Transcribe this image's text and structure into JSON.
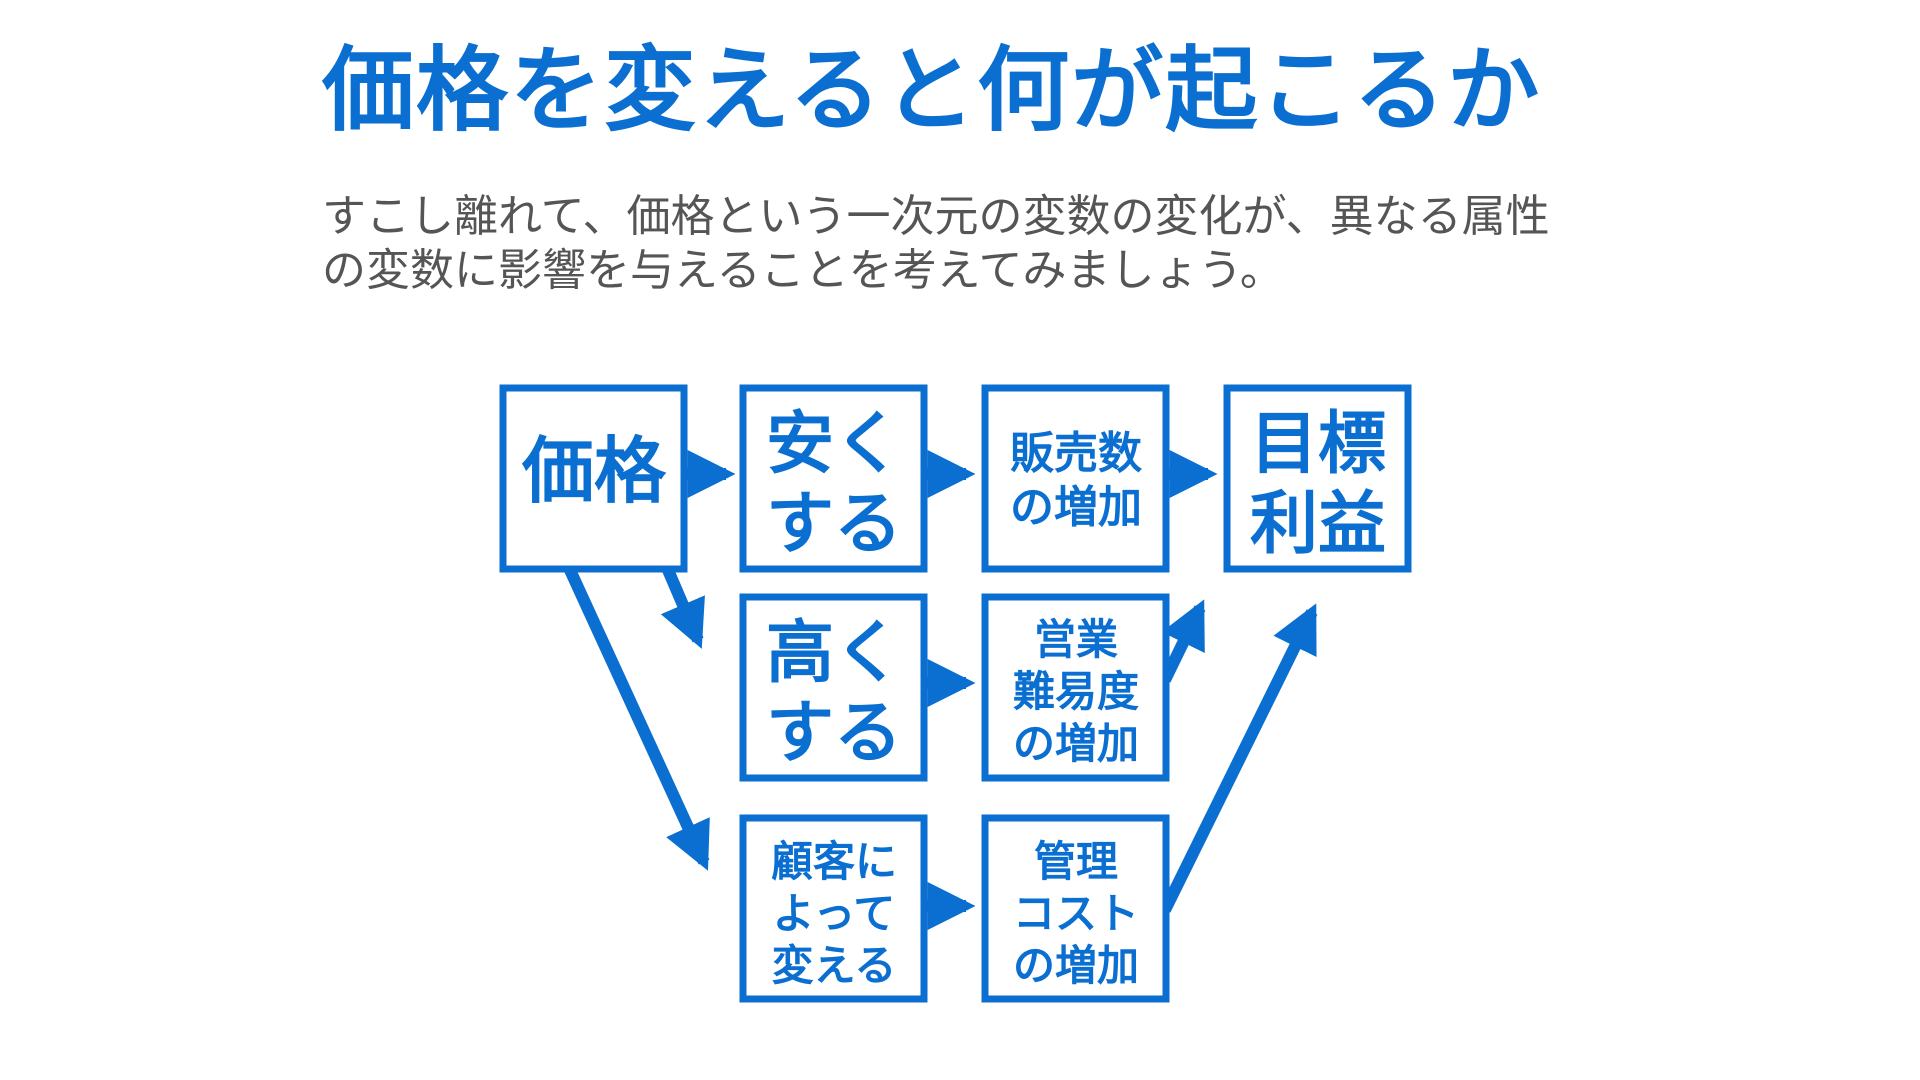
{
  "slide": {
    "title": "価格を変えると何が起こるか",
    "subtitle_lines": [
      "すこし離れて、価格という一次元の変数の変化が、異なる属性",
      "の変数に影響を与えることを考えてみましょう。"
    ]
  },
  "colors": {
    "accent": "#0a6fd1",
    "body_text": "#555555",
    "background": "#ffffff"
  },
  "diagram": {
    "nodes": {
      "price": {
        "lines": [
          "価格"
        ]
      },
      "cheaper": {
        "lines": [
          "安く",
          "する"
        ]
      },
      "sales_up": {
        "lines": [
          "販売数",
          "の増加"
        ]
      },
      "target_profit": {
        "lines": [
          "目標",
          "利益"
        ]
      },
      "higher": {
        "lines": [
          "高く",
          "する"
        ]
      },
      "sales_difficulty": {
        "lines": [
          "営業",
          "難易度",
          "の増加"
        ]
      },
      "vary_by_customer": {
        "lines": [
          "顧客に",
          "よって",
          "変える"
        ]
      },
      "mgmt_cost": {
        "lines": [
          "管理",
          "コスト",
          "の増加"
        ]
      }
    },
    "edges": [
      {
        "from": "price",
        "to": "cheaper"
      },
      {
        "from": "cheaper",
        "to": "sales_up"
      },
      {
        "from": "sales_up",
        "to": "target_profit"
      },
      {
        "from": "price",
        "to": "higher"
      },
      {
        "from": "higher",
        "to": "sales_difficulty"
      },
      {
        "from": "sales_difficulty",
        "to": "target_profit"
      },
      {
        "from": "price",
        "to": "vary_by_customer"
      },
      {
        "from": "vary_by_customer",
        "to": "mgmt_cost"
      },
      {
        "from": "mgmt_cost",
        "to": "target_profit"
      }
    ]
  }
}
